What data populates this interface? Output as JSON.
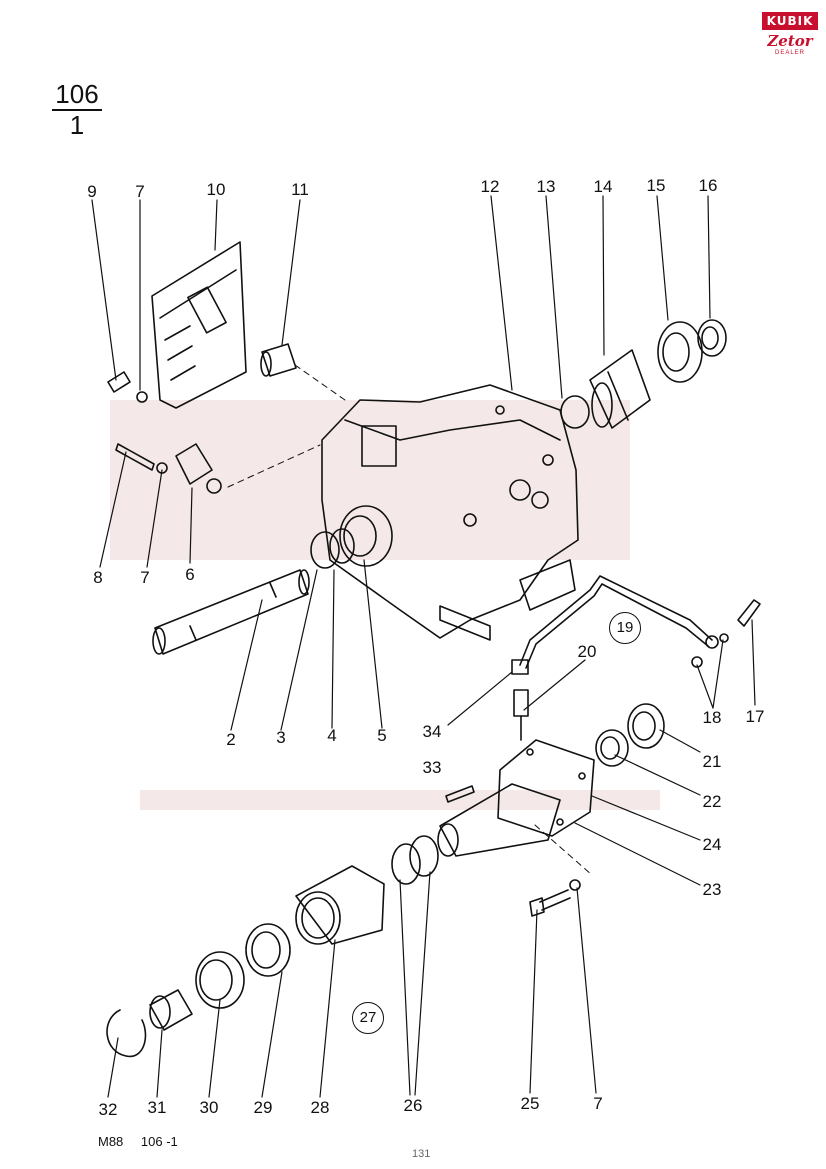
{
  "page_ref": {
    "top": "106",
    "bottom": "1"
  },
  "logo": {
    "brand": "KUBIK",
    "sub": "Zetor",
    "tag": "DEALER"
  },
  "callouts": [
    {
      "id": "9",
      "label": "9"
    },
    {
      "id": "7a",
      "label": "7"
    },
    {
      "id": "10",
      "label": "10"
    },
    {
      "id": "11",
      "label": "11"
    },
    {
      "id": "12",
      "label": "12"
    },
    {
      "id": "13",
      "label": "13"
    },
    {
      "id": "14",
      "label": "14"
    },
    {
      "id": "15",
      "label": "15"
    },
    {
      "id": "16",
      "label": "16"
    },
    {
      "id": "8",
      "label": "8"
    },
    {
      "id": "7b",
      "label": "7"
    },
    {
      "id": "6",
      "label": "6"
    },
    {
      "id": "2",
      "label": "2"
    },
    {
      "id": "3",
      "label": "3"
    },
    {
      "id": "4",
      "label": "4"
    },
    {
      "id": "5",
      "label": "5"
    },
    {
      "id": "34",
      "label": "34"
    },
    {
      "id": "20",
      "label": "20"
    },
    {
      "id": "18",
      "label": "18"
    },
    {
      "id": "17",
      "label": "17"
    },
    {
      "id": "21",
      "label": "21"
    },
    {
      "id": "22",
      "label": "22"
    },
    {
      "id": "33",
      "label": "33"
    },
    {
      "id": "24",
      "label": "24"
    },
    {
      "id": "23",
      "label": "23"
    },
    {
      "id": "32",
      "label": "32"
    },
    {
      "id": "31",
      "label": "31"
    },
    {
      "id": "30",
      "label": "30"
    },
    {
      "id": "29",
      "label": "29"
    },
    {
      "id": "28",
      "label": "28"
    },
    {
      "id": "26",
      "label": "26"
    },
    {
      "id": "25",
      "label": "25"
    },
    {
      "id": "7c",
      "label": "7"
    }
  ],
  "ring_labels": {
    "r19": "19",
    "r27": "27"
  },
  "footer": {
    "model": "M88",
    "code": "106 -1",
    "page": "131"
  },
  "colors": {
    "ink": "#111111",
    "brand_red": "#c8102e",
    "watermark": "#f4e8e8"
  }
}
